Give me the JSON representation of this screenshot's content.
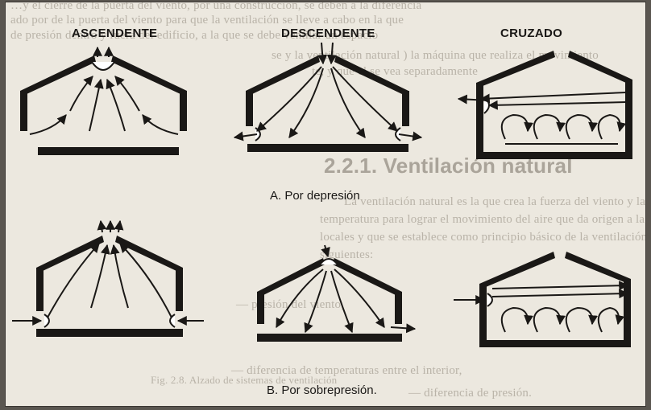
{
  "labels": {
    "ascendente": "ASCENDENTE",
    "descendente": "DESCENDENTE",
    "cruzado": "CRUZADO"
  },
  "captions": {
    "a": "A. Por depresión",
    "b": "B. Por sobrepresión."
  },
  "bleed_text": {
    "line1": "…y el cierre de la puerta del viento, por una construcción, se deben a la diferencia",
    "line2": "ado por de la puerta del viento para que la ventilación se lleve a cabo en la que",
    "line3": "de presión dentro y fuera del edificio, a la que se debe ventilar un espacio",
    "line4": "se y la ventilación natural ) la máquina que realiza el movimiento",
    "line5": "te, y que el se vea separadamente",
    "heading": "2.2.1. Ventilación natural",
    "para1": "La ventilación natural es la que crea la fuerza del viento y las diferencias de",
    "para2": "temperatura para lograr el movimiento del aire que da origen a la renovación de los",
    "para3": "locales y que se establece como principio básico de la ventilación natural los",
    "para4": "siguientes:",
    "item1": "— presión del viento,",
    "item2": "— diferencia de temperaturas entre el interior,",
    "fig": "Fig. 2.8. Alzado de sistemas de ventilación",
    "item3": "— diferencia de presión."
  },
  "colors": {
    "ink": "#1a1816",
    "paper": "#ece8df",
    "ghost": "#b9b3a8"
  }
}
